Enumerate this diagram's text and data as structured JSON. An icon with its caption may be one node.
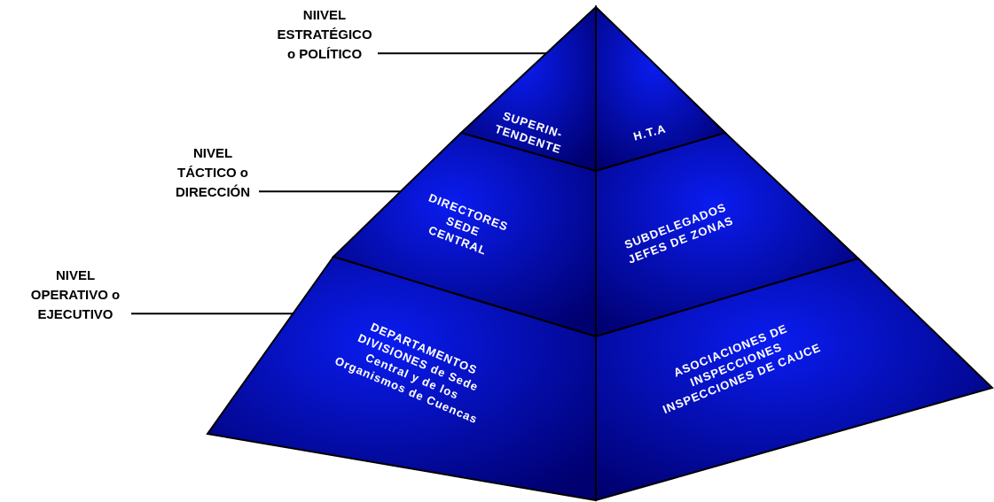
{
  "diagram": {
    "nodes": [
      {
        "text": [
          "SUPERIN- TENDENTE"
        ]
      },
      {
        "text": [
          "H.T.A"
        ]
      },
      {
        "text": [
          "DIRECTORES SEDE CENTRAL"
        ]
      },
      {
        "text": [
          "SUBDELEGADOS JEFES DE ZONAS"
        ]
      },
      {
        "text": [
          "DEPARTAMENTOS DIVISIONES de Sede Central y de los Organismos de Cuencas"
        ]
      },
      {
        "text": [
          "ASOCIACIONES DE INSPECCIONES INSPECCIONES DE CAUCE"
        ]
      },
      {
        "text": [
          "NIIVEL ESTRATÉGICO o POLÍTICO"
        ]
      },
      {
        "text": [
          "NIVEL TÁCTICO o DIRECCIÓN"
        ]
      },
      {
        "text": [
          "NIVEL OPERATIVO o EJECUTIVO"
        ]
      }
    ],
    "edges": [
      {
        "from": 6,
        "to": 0,
        "arrow": "none"
      },
      {
        "from": 7,
        "to": 2,
        "arrow": "none"
      },
      {
        "from": 8,
        "to": 4,
        "arrow": "none"
      }
    ]
  }
}
